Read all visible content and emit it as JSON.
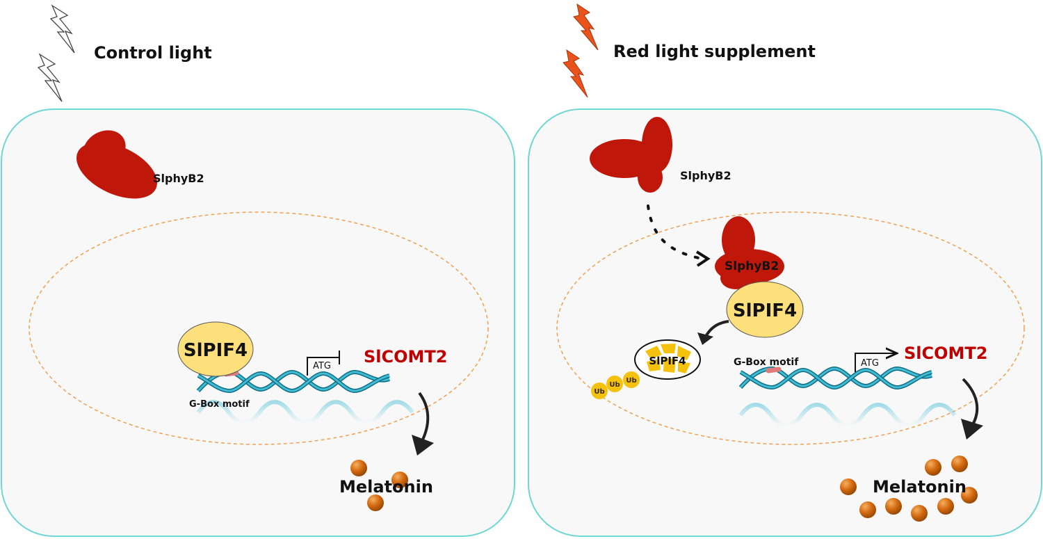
{
  "left_panel": {
    "title": "Control light",
    "phyb2_label": "SlphyB2",
    "pif4_label": "SlPIF4",
    "gene_label": "SlCOMT2",
    "motif_label": "G-Box motif",
    "atg_label": "ATG",
    "product_label": "Melatonin"
  },
  "right_panel": {
    "title": "Red light supplement",
    "phyb2_label": "SlphyB2",
    "phyb2_bound_label": "SlphyB2",
    "pif4_label": "SlPIF4",
    "pif4_degraded_label": "SlPIF4",
    "ub_labels": [
      "Ub",
      "Ub",
      "Ub"
    ],
    "gene_label": "SlCOMT2",
    "motif_label": "G-Box motif",
    "atg_label": "ATG",
    "product_label": "Melatonin"
  },
  "colors": {
    "cell_border": "#6fd6d6",
    "nucleus_border": "#f0a050",
    "phy_red": "#c0170b",
    "pif_yellow": "#fde07c",
    "ub_yellow": "#f4c20d",
    "dna_teal": "#1d8fa6",
    "gbox": "#e07a7a",
    "melatonin": "#d46a10",
    "gene_red": "#c00000"
  }
}
